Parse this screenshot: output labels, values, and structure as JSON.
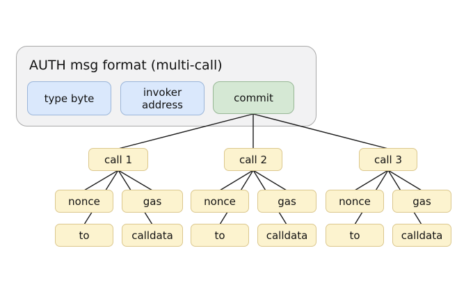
{
  "diagram": {
    "title": "AUTH msg format (multi-call)",
    "colors": {
      "background": "#ffffff",
      "cluster_fill": "#f2f2f3",
      "cluster_stroke": "#a9a9a9",
      "field_blue_fill": "#dae8fc",
      "field_blue_stroke": "#9ab5d9",
      "field_green_fill": "#d5e8d4",
      "field_green_stroke": "#97b795",
      "node_yellow_fill": "#fcf3cf",
      "node_yellow_stroke": "#dbc78c",
      "edge_color": "#1a1a1a",
      "text_color": "#111111"
    },
    "auth_fields": [
      {
        "id": "type-byte",
        "label": "type byte"
      },
      {
        "id": "invoker-address",
        "label": "invoker\naddress"
      },
      {
        "id": "commit",
        "label": "commit"
      }
    ],
    "calls": [
      {
        "label": "call 1",
        "nonce": "nonce",
        "gas": "gas",
        "to": "to",
        "calldata": "calldata"
      },
      {
        "label": "call 2",
        "nonce": "nonce",
        "gas": "gas",
        "to": "to",
        "calldata": "calldata"
      },
      {
        "label": "call 3",
        "nonce": "nonce",
        "gas": "gas",
        "to": "to",
        "calldata": "calldata"
      }
    ],
    "edges": [
      "commit -> call 1",
      "commit -> call 2",
      "commit -> call 3",
      "call 1 -> nonce",
      "call 1 -> gas",
      "call 1 -> to",
      "call 1 -> calldata",
      "call 2 -> nonce",
      "call 2 -> gas",
      "call 2 -> to",
      "call 2 -> calldata",
      "call 3 -> nonce",
      "call 3 -> gas",
      "call 3 -> to",
      "call 3 -> calldata"
    ]
  }
}
